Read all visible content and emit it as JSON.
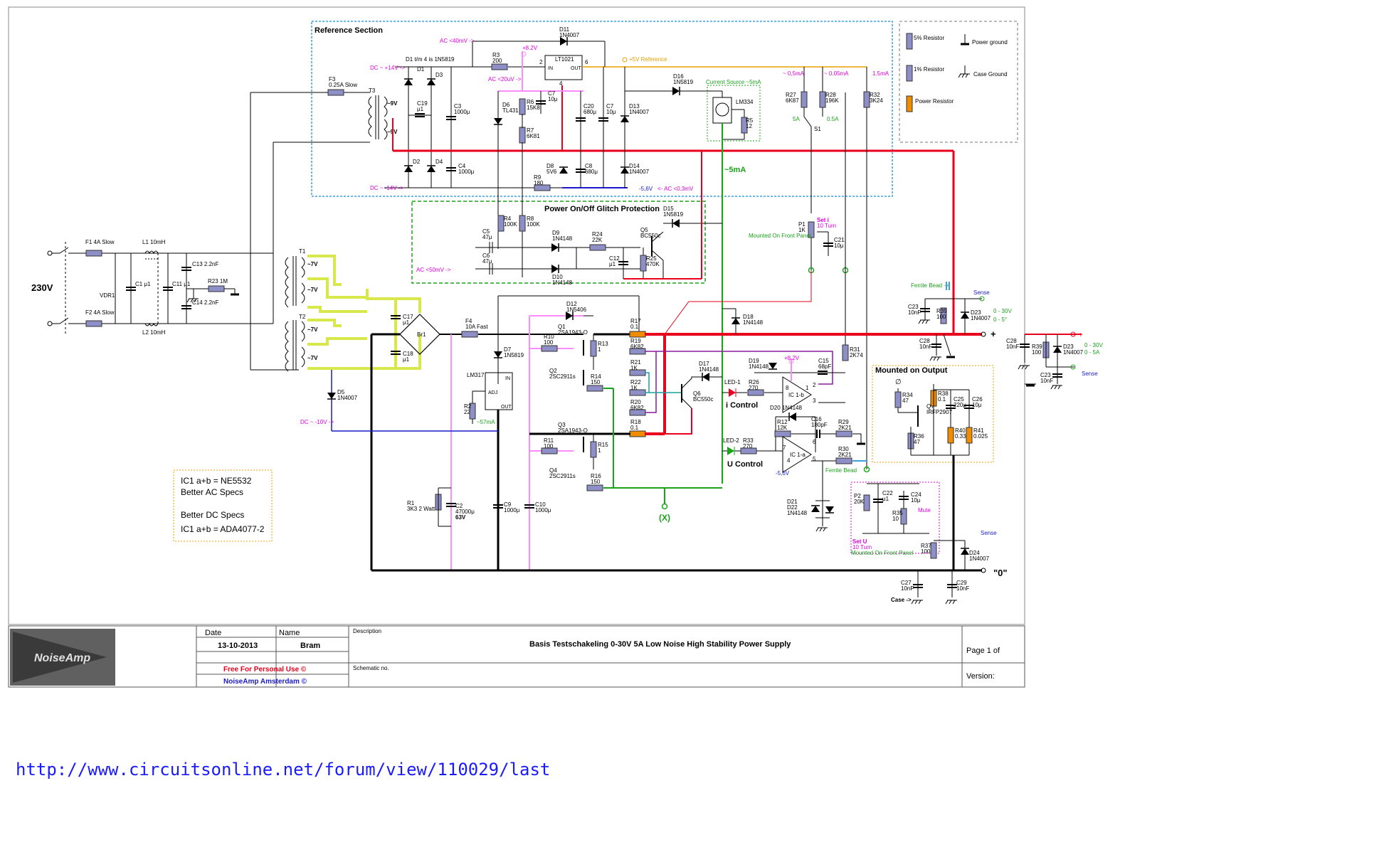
{
  "sections": {
    "reference": "Reference Section",
    "glitch": "Power On/Off Glitch Protection",
    "current_source": "Current Source ~5mA",
    "mounted_output": "Mounted on Output"
  },
  "legend": {
    "r5": "5% Resistor",
    "r1": "1% Resistor",
    "rp": "Power Resistor",
    "pg": "Power ground",
    "cg": "Case Ground"
  },
  "mains": {
    "voltage": "230V"
  },
  "notes": {
    "line1": "IC1 a+b = NE5532",
    "line2": "Better AC Specs",
    "line3": "Better DC Specs",
    "line4": "IC1 a+b = ADA4077-2"
  },
  "link": "http://www.circuitsonline.net/forum/view/110029/last",
  "title_block": {
    "date_label": "Date",
    "date": "13-10-2013",
    "name_label": "Name",
    "name": "Bram",
    "description_label": "Description",
    "description": "Basis Testschakeling 0-30V 5A Low Noise High Stability Power Supply",
    "schematic_no": "Schematic no.",
    "page": "Page 1 of",
    "version": "Version:",
    "free": "Free For Personal Use  ©",
    "company": "NoiseAmp Amsterdam ©",
    "logo": "NoiseAmp"
  },
  "annotations": [
    "AC <40mV ->",
    "DC ~ +14V ->",
    "DC ~ -14V ->",
    "AC <20uV ->",
    "+8.2V",
    "+5V Reference",
    "~5mA",
    "-5,6V",
    "<- AC <0.3mV",
    "AC <50mV ->",
    "DC ~ -10V ->",
    "~57mA",
    "~ 0,5mA",
    "~ 0.05mA",
    "1.5mA",
    "5A",
    "0.5A",
    "Set i",
    "10 Turn",
    "Mounted On Front Panel",
    "Ferrite Bead ->",
    "Sense",
    "0 - 30V",
    "0 - 5A",
    "0 - 5°",
    "i Control",
    "U Control",
    "(X)",
    "\"0\"",
    "Case ->",
    "Mute",
    "Set U",
    "-5,6V",
    "Ferrite Bead",
    "D1 t/m 4 is 1N5819"
  ],
  "components": [
    {
      "ref": "F1",
      "val": "4A Slow"
    },
    {
      "ref": "F2",
      "val": "4A Slow"
    },
    {
      "ref": "L1",
      "val": "10mH"
    },
    {
      "ref": "L2",
      "val": "10mH"
    },
    {
      "ref": "C1",
      "val": "μ1"
    },
    {
      "ref": "VDR1",
      "val": ""
    },
    {
      "ref": "C11",
      "val": "μ1"
    },
    {
      "ref": "C13",
      "val": "2.2nF"
    },
    {
      "ref": "C14",
      "val": "2.2nF"
    },
    {
      "ref": "R23",
      "val": "1M"
    },
    {
      "ref": "T1",
      "val": ""
    },
    {
      "ref": "T2",
      "val": ""
    },
    {
      "ref": "F3",
      "val": "0.25A Slow"
    },
    {
      "ref": "T3",
      "val": ""
    },
    {
      "ref": "C17",
      "val": "μ1"
    },
    {
      "ref": "C18",
      "val": "μ1"
    },
    {
      "ref": "Br1",
      "val": ""
    },
    {
      "ref": "D5",
      "val": "1N4007"
    },
    {
      "ref": "F4",
      "val": "10A Fast"
    },
    {
      "ref": "D7",
      "val": "1N5819"
    },
    {
      "ref": "LM317",
      "val": ""
    },
    {
      "ref": "R2",
      "val": "22"
    },
    {
      "ref": "R1",
      "val": "3K3 2 Watt"
    },
    {
      "ref": "C2",
      "val": "47000μ 63V"
    },
    {
      "ref": "C9",
      "val": "1000μ"
    },
    {
      "ref": "C10",
      "val": "1000μ"
    },
    {
      "ref": "D12",
      "val": "1N5406"
    },
    {
      "ref": "Q1",
      "val": "2SA1943-O"
    },
    {
      "ref": "R10",
      "val": "100"
    },
    {
      "ref": "R13",
      "val": "1"
    },
    {
      "ref": "Q2",
      "val": "2SC2911s"
    },
    {
      "ref": "R14",
      "val": "150"
    },
    {
      "ref": "Q3",
      "val": "2SA1943-O"
    },
    {
      "ref": "R11",
      "val": "100"
    },
    {
      "ref": "R15",
      "val": "1"
    },
    {
      "ref": "Q4",
      "val": "2SC2911s"
    },
    {
      "ref": "R16",
      "val": "150"
    },
    {
      "ref": "R17",
      "val": "0.1"
    },
    {
      "ref": "R18",
      "val": "0.1"
    },
    {
      "ref": "R19",
      "val": "6K82"
    },
    {
      "ref": "R20",
      "val": "6K82"
    },
    {
      "ref": "R21",
      "val": "1K"
    },
    {
      "ref": "R22",
      "val": "1K"
    },
    {
      "ref": "D17",
      "val": "1N4148"
    },
    {
      "ref": "Q6",
      "val": "BC550c"
    },
    {
      "ref": "D18",
      "val": "1N4148"
    },
    {
      "ref": "LED-1",
      "val": ""
    },
    {
      "ref": "R26",
      "val": "270"
    },
    {
      "ref": "D19",
      "val": "1N4148"
    },
    {
      "ref": "C15",
      "val": "68pF"
    },
    {
      "ref": "IC 1-b",
      "val": ""
    },
    {
      "ref": "R31",
      "val": "2K74"
    },
    {
      "ref": "D20",
      "val": "1N4148"
    },
    {
      "ref": "R12",
      "val": "12K"
    },
    {
      "ref": "C16",
      "val": "180pF"
    },
    {
      "ref": "R29",
      "val": "2K21"
    },
    {
      "ref": "LED-2",
      "val": ""
    },
    {
      "ref": "R33",
      "val": "270"
    },
    {
      "ref": "IC 1-a",
      "val": ""
    },
    {
      "ref": "R30",
      "val": "2K21"
    },
    {
      "ref": "D21 D22",
      "val": "1N4148"
    },
    {
      "ref": "P2",
      "val": "20K"
    },
    {
      "ref": "C22",
      "val": "μ1"
    },
    {
      "ref": "C24",
      "val": "10μ"
    },
    {
      "ref": "R35",
      "val": "10"
    },
    {
      "ref": "R37",
      "val": "100"
    },
    {
      "ref": "D24",
      "val": "1N4007"
    },
    {
      "ref": "C27",
      "val": "10nF"
    },
    {
      "ref": "C29",
      "val": "10nF"
    },
    {
      "ref": "R34",
      "val": "47"
    },
    {
      "ref": "R38",
      "val": "0.1"
    },
    {
      "ref": "C25",
      "val": "220μ"
    },
    {
      "ref": "C26",
      "val": "10μ"
    },
    {
      "ref": "Q7",
      "val": "IRFP2907"
    },
    {
      "ref": "R36",
      "val": "47"
    },
    {
      "ref": "R40",
      "val": "0.33"
    },
    {
      "ref": "R41",
      "val": "0.025"
    },
    {
      "ref": "C23",
      "val": "10nF"
    },
    {
      "ref": "R39",
      "val": "100"
    },
    {
      "ref": "D23",
      "val": "1N4007"
    },
    {
      "ref": "C28",
      "val": "10nF"
    },
    {
      "ref": "D1",
      "val": ""
    },
    {
      "ref": "D2",
      "val": ""
    },
    {
      "ref": "D3",
      "val": ""
    },
    {
      "ref": "D4",
      "val": ""
    },
    {
      "ref": "C19",
      "val": "μ1"
    },
    {
      "ref": "C3",
      "val": "1000μ"
    },
    {
      "ref": "C4",
      "val": "1000μ"
    },
    {
      "ref": "R3",
      "val": "200"
    },
    {
      "ref": "D11",
      "val": "1N4007"
    },
    {
      "ref": "LT1021",
      "val": ""
    },
    {
      "ref": "D6",
      "val": "TL431"
    },
    {
      "ref": "R6",
      "val": "15K8"
    },
    {
      "ref": "R7",
      "val": "6K81"
    },
    {
      "ref": "C7",
      "val": "10μ"
    },
    {
      "ref": "C20",
      "val": "680μ"
    },
    {
      "ref": "C7b",
      "val": "10μ"
    },
    {
      "ref": "D13",
      "val": "1N4007"
    },
    {
      "ref": "D8",
      "val": "5V6"
    },
    {
      "ref": "C8",
      "val": "680μ"
    },
    {
      "ref": "D14",
      "val": "1N4007"
    },
    {
      "ref": "R9",
      "val": "180"
    },
    {
      "ref": "D16",
      "val": "1N5819"
    },
    {
      "ref": "LM334",
      "val": ""
    },
    {
      "ref": "R5",
      "val": "12"
    },
    {
      "ref": "R27",
      "val": "6K87"
    },
    {
      "ref": "R28",
      "val": "196K"
    },
    {
      "ref": "R32",
      "val": "3K24"
    },
    {
      "ref": "S1",
      "val": ""
    },
    {
      "ref": "P1",
      "val": "1K"
    },
    {
      "ref": "C21",
      "val": "10μ"
    },
    {
      "ref": "C5",
      "val": "47μ"
    },
    {
      "ref": "C6",
      "val": "47μ"
    },
    {
      "ref": "R4",
      "val": "100K"
    },
    {
      "ref": "R8",
      "val": "100K"
    },
    {
      "ref": "D9",
      "val": "1N4148"
    },
    {
      "ref": "D10",
      "val": "1N4148"
    },
    {
      "ref": "R24",
      "val": "22K"
    },
    {
      "ref": "C12",
      "val": "μ1"
    },
    {
      "ref": "Q5",
      "val": "BC550c"
    },
    {
      "ref": "R25",
      "val": "470K"
    },
    {
      "ref": "D15",
      "val": "1N5819"
    },
    {
      "ref": "T1 7V",
      "val": "~7V"
    }
  ],
  "colors": {
    "red": "#e8001c",
    "pink": "#ff8cff",
    "green": "#1aa31a",
    "blue": "#1a1acc",
    "yellow": "#d8e84a",
    "orange": "#e8a000",
    "purple": "#8a1aa0",
    "teal": "#1aa0a0",
    "magenta": "#e000e0"
  }
}
